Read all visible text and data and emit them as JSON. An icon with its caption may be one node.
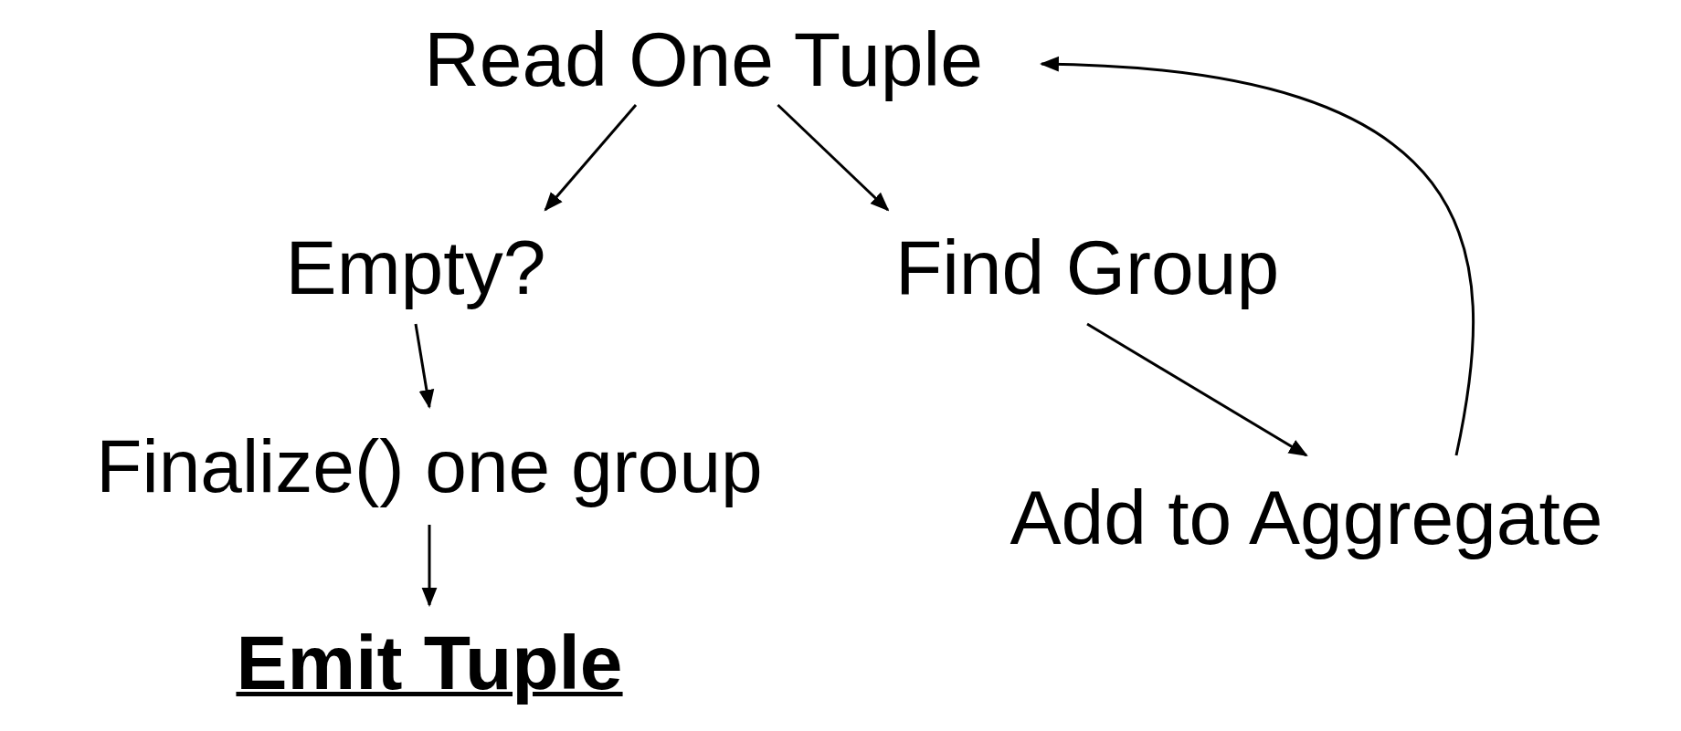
{
  "diagram": {
    "nodes": [
      {
        "text": [
          "Read One Tuple"
        ]
      },
      {
        "text": [
          "Empty?"
        ]
      },
      {
        "text": [
          "Find Group"
        ]
      },
      {
        "text": [
          "Finalize() one group"
        ]
      },
      {
        "text": [
          "Add to Aggregate"
        ]
      },
      {
        "text": [
          "Emit Tuple"
        ]
      }
    ],
    "edges": [
      {
        "from": 0,
        "to": 1,
        "arrow": "to"
      },
      {
        "from": 0,
        "to": 2,
        "arrow": "to"
      },
      {
        "from": 1,
        "to": 3,
        "arrow": "to"
      },
      {
        "from": 2,
        "to": 4,
        "arrow": "to"
      },
      {
        "from": 3,
        "to": 5,
        "arrow": "to"
      },
      {
        "from": 4,
        "to": 0,
        "arrow": "to"
      }
    ]
  }
}
